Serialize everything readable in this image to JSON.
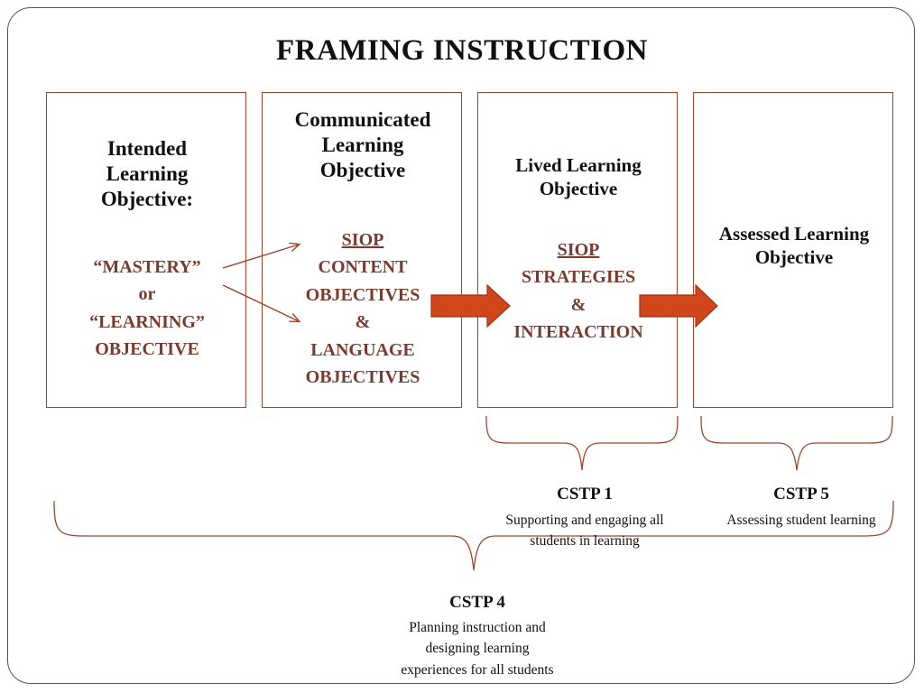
{
  "title": "FRAMING INSTRUCTION",
  "boxes": [
    {
      "heading_lines": [
        "Intended",
        "Learning",
        "Objective:"
      ],
      "body_lines": [
        "“MASTERY”",
        "or",
        "“LEARNING”",
        "OBJECTIVE"
      ]
    },
    {
      "heading_lines": [
        "Communicated",
        "Learning",
        "Objective"
      ],
      "body_underlined": "SIOP",
      "body_lines": [
        "CONTENT",
        "OBJECTIVES",
        "&",
        "LANGUAGE",
        "OBJECTIVES"
      ]
    },
    {
      "heading_lines": [
        "Lived Learning",
        "Objective"
      ],
      "body_underlined": "SIOP",
      "body_lines": [
        "STRATEGIES",
        "&",
        "INTERACTION"
      ]
    },
    {
      "heading_lines": [
        "Assessed Learning",
        "Objective"
      ]
    }
  ],
  "standards": [
    {
      "title": "CSTP 1",
      "desc_lines": [
        "Supporting and engaging all",
        "students in learning"
      ]
    },
    {
      "title": "CSTP 5",
      "desc_lines": [
        "Assessing student learning"
      ]
    },
    {
      "title": "CSTP 4",
      "desc_lines": [
        "Planning instruction and",
        "designing learning",
        "experiences for all students"
      ]
    }
  ],
  "colors": {
    "box_border": "#a0452a",
    "brown_text": "#7a3b2e",
    "arrow_fill": "#d2461c",
    "arrow_stroke": "#a0301a",
    "brace": "#a0452a"
  }
}
